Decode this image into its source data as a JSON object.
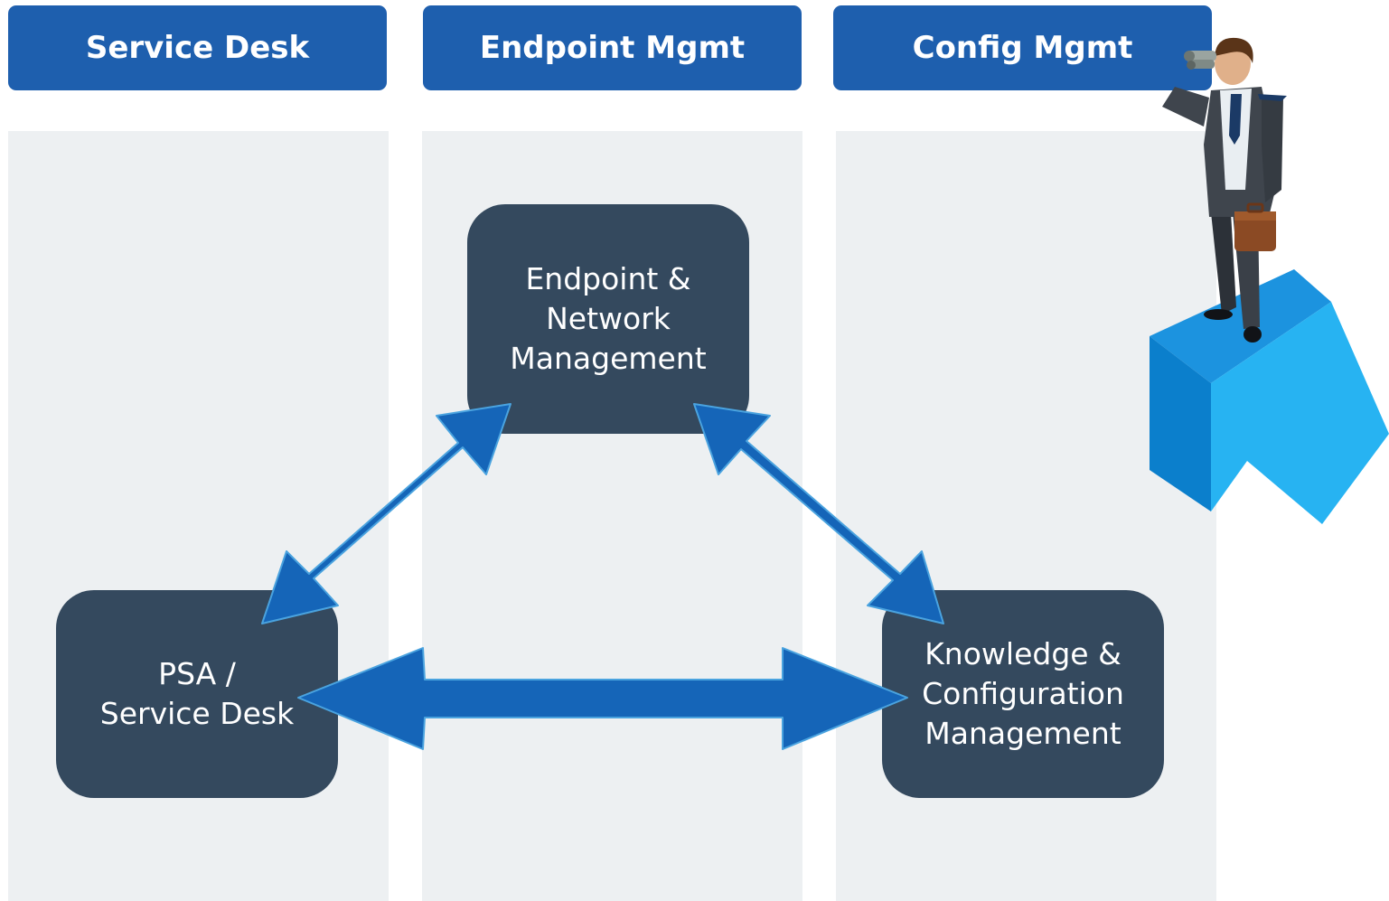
{
  "headers": [
    {
      "label": "Service Desk"
    },
    {
      "label": "Endpoint Mgmt"
    },
    {
      "label": "Config Mgmt"
    }
  ],
  "nodes": {
    "endpoint": {
      "lines": [
        "Endpoint &",
        "Network",
        "Management"
      ]
    },
    "psa": {
      "lines": [
        "PSA /",
        "Service Desk"
      ]
    },
    "knowledge": {
      "lines": [
        "Knowledge &",
        "Configuration",
        "Management"
      ]
    }
  },
  "colors": {
    "header": "#1e5fae",
    "column_background": "#edf0f2",
    "node": "#34495e",
    "arrow": "#1565b8",
    "arrow_outline": "#4aa3df",
    "cube_top": "#1c93df",
    "cube_front": "#0b7fcc"
  },
  "illustration": "businessman-with-binoculars-on-arrow"
}
